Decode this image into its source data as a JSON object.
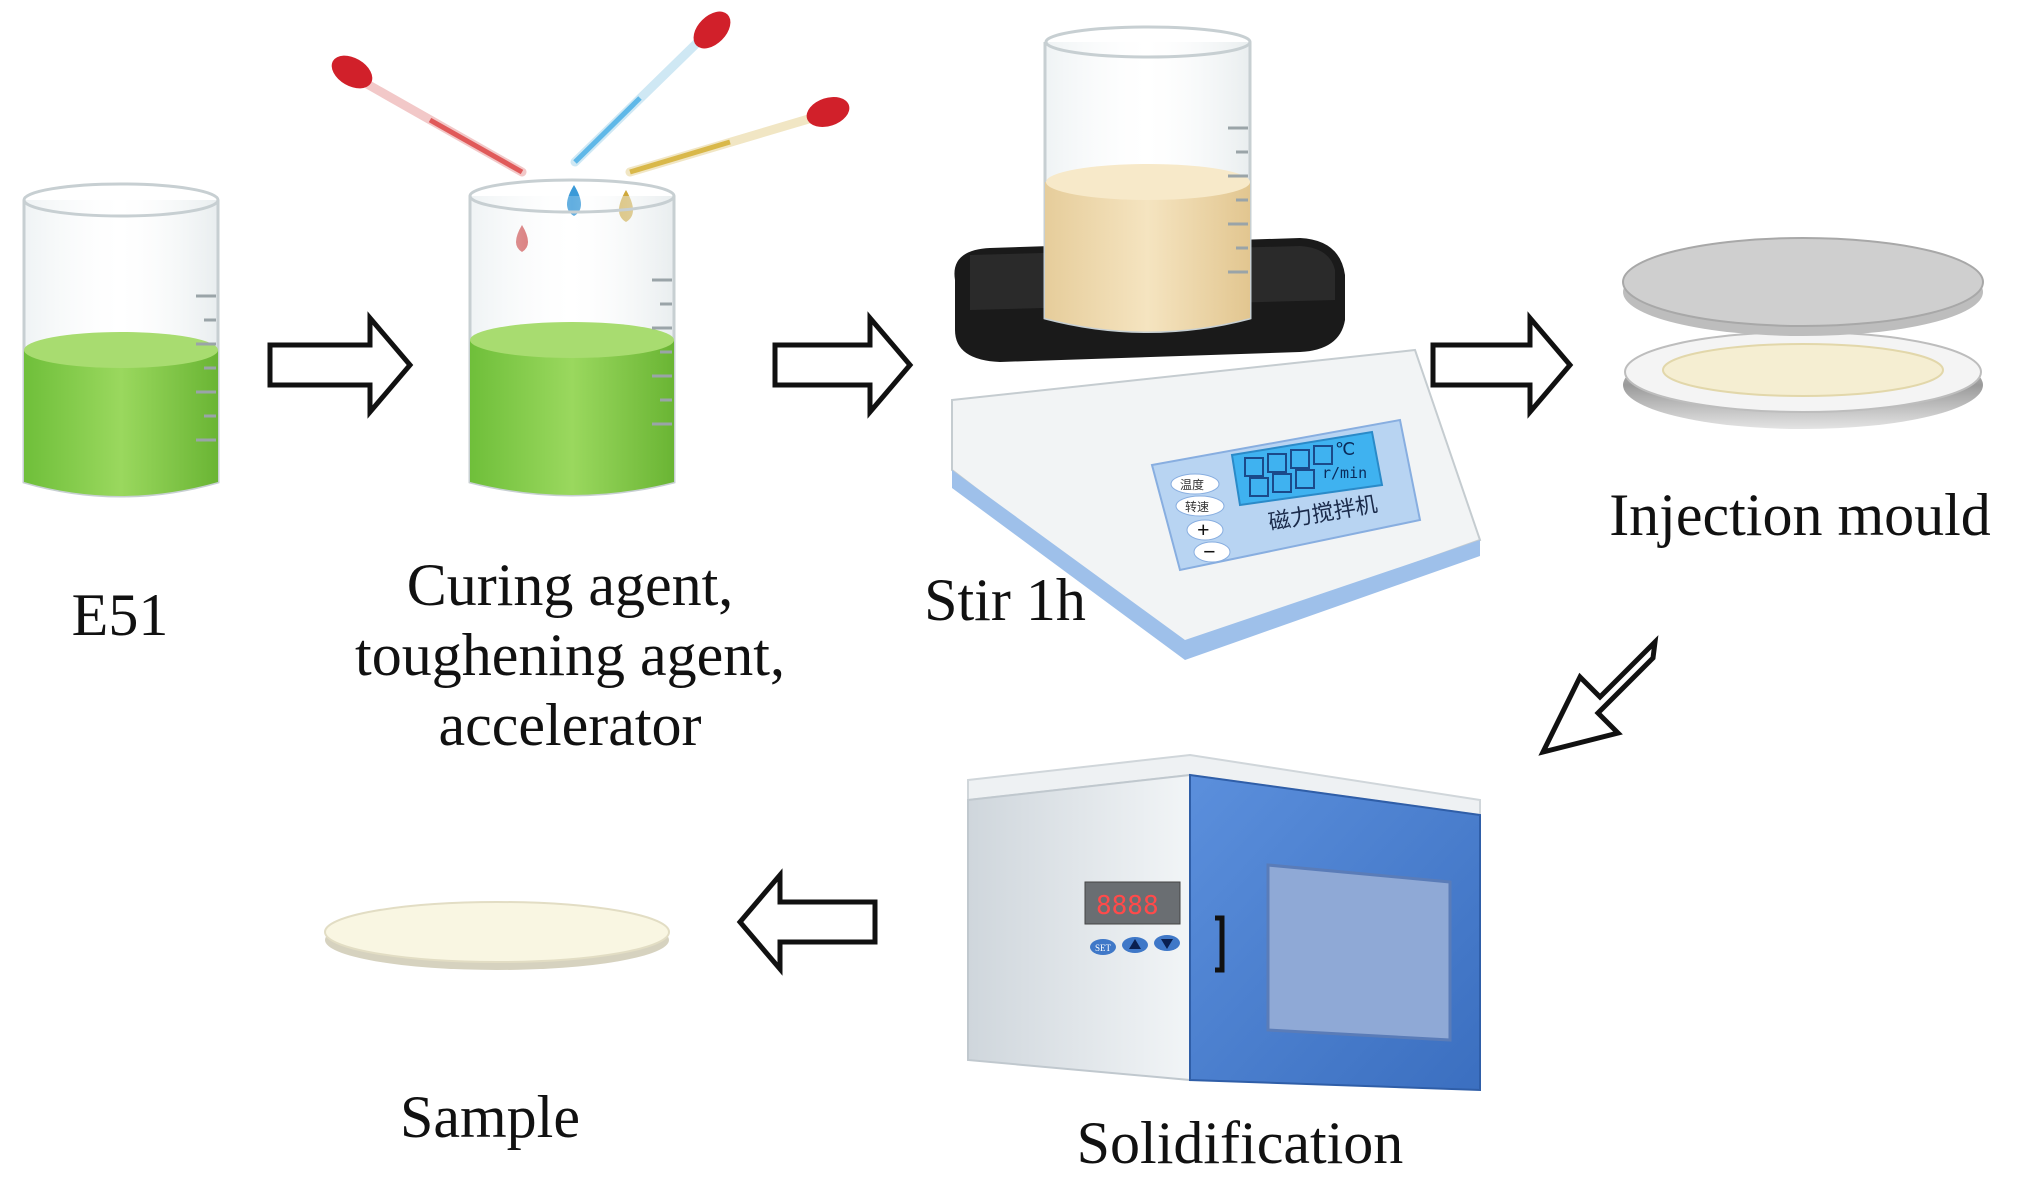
{
  "steps": {
    "e51": "E51",
    "curing_line1": "Curing agent,",
    "curing_line2": "toughening agent,",
    "curing_line3": "accelerator",
    "stir": "Stir 1h",
    "mould": "Injection mould",
    "solid": "Solidification",
    "sample": "Sample"
  },
  "stirrer_panel": {
    "unit_temp": "℃",
    "unit_speed": "r/min",
    "btn_temp": "温度",
    "btn_speed": "转速",
    "btn_plus": "+",
    "btn_minus": "−",
    "device_name": "磁力搅拌机"
  },
  "oven_panel": {
    "display": "8888",
    "btn_set": "SET"
  },
  "colors": {
    "resin_green": "#8fd04f",
    "mixture_beige": "#f0ddb4",
    "oven_door_blue": "#4a7fd0",
    "pipette_red": "#d1202a",
    "pipette_blue": "#5fb8e8",
    "pipette_yellow": "#d9b84a",
    "display_blue": "#3fb2f0"
  }
}
